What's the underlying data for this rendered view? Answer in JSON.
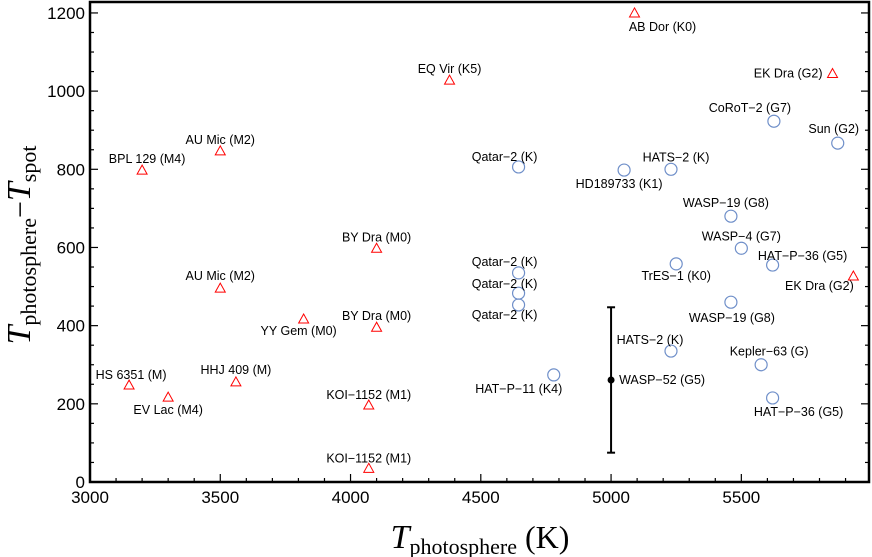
{
  "chart_data": {
    "type": "scatter",
    "xlabel": {
      "main": "T",
      "sub": "photosphere",
      "unit": " (K)"
    },
    "ylabel": {
      "main": "T",
      "sub1": "photosphere",
      "minus": "−",
      "main2": "T",
      "sub2": "spot"
    },
    "xlim": [
      3000,
      5990
    ],
    "ylim": [
      0,
      1228
    ],
    "xticks": [
      3000,
      3500,
      4000,
      4500,
      5000,
      5500
    ],
    "yticks": [
      0,
      200,
      400,
      600,
      800,
      1000,
      1200
    ],
    "grid": false,
    "colors": {
      "triangle": "#ff0000",
      "circle": "#6f8fc9",
      "errorbar": "#000000"
    },
    "series": [
      {
        "marker": "triangle",
        "points": [
          {
            "label": "AB Dor (K0)",
            "x": 5090,
            "y": 1200
          },
          {
            "label": "EK  Dra (G2)",
            "x": 5850,
            "y": 1045
          },
          {
            "label": "EQ Vir (K5)",
            "x": 4380,
            "y": 1028
          },
          {
            "label": "AU Mic (M2)",
            "x": 3500,
            "y": 847
          },
          {
            "label": "BPL 129 (M4)",
            "x": 3200,
            "y": 798
          },
          {
            "label": "BY Dra (M0)",
            "x": 4100,
            "y": 598
          },
          {
            "label": "AU Mic (M2)",
            "x": 3500,
            "y": 496
          },
          {
            "label": "YY Gem (M0)",
            "x": 3820,
            "y": 417
          },
          {
            "label": "BY Dra (M0)",
            "x": 4100,
            "y": 396
          },
          {
            "label": "HS 6351 (M)",
            "x": 3150,
            "y": 248
          },
          {
            "label": "HHJ 409 (M)",
            "x": 3560,
            "y": 256
          },
          {
            "label": "EV Lac (M4)",
            "x": 3300,
            "y": 217
          },
          {
            "label": "KOI−1152 (M1)",
            "x": 4070,
            "y": 197
          },
          {
            "label": "KOI−1152 (M1)",
            "x": 4070,
            "y": 35
          },
          {
            "label": "EK  Dra (G2)",
            "x": 5930,
            "y": 527
          }
        ]
      },
      {
        "marker": "circle",
        "points": [
          {
            "label": "CoRoT−2 (G7)",
            "x": 5625,
            "y": 923
          },
          {
            "label": "Sun (G2)",
            "x": 5870,
            "y": 867
          },
          {
            "label": "Qatar−2 (K)",
            "x": 4645,
            "y": 806
          },
          {
            "label": "HD189733 (K1)",
            "x": 5050,
            "y": 798
          },
          {
            "label": "HATS−2 (K)",
            "x": 5230,
            "y": 800
          },
          {
            "label": "WASP−19 (G8)",
            "x": 5460,
            "y": 680
          },
          {
            "label": "WASP−4 (G7)",
            "x": 5500,
            "y": 598
          },
          {
            "label": "HAT−P−36 (G5)",
            "x": 5620,
            "y": 555
          },
          {
            "label": "TrES−1 (K0)",
            "x": 5250,
            "y": 558
          },
          {
            "label": "Qatar−2 (K)",
            "x": 4645,
            "y": 535
          },
          {
            "label": "Qatar−2 (K)",
            "x": 4645,
            "y": 483
          },
          {
            "label": "Qatar−2 (K)",
            "x": 4645,
            "y": 453
          },
          {
            "label": "WASP−19 (G8)",
            "x": 5460,
            "y": 460
          },
          {
            "label": "HATS−2 (K)",
            "x": 5230,
            "y": 335
          },
          {
            "label": "Kepler−63 (G)",
            "x": 5576,
            "y": 300
          },
          {
            "label": "HAT−P−11 (K4)",
            "x": 4780,
            "y": 274
          },
          {
            "label": "HAT−P−36 (G5)",
            "x": 5620,
            "y": 215
          }
        ]
      },
      {
        "marker": "dot-errorbar",
        "points": [
          {
            "label": "WASP−52 (G5)",
            "x": 5000,
            "y": 261,
            "ymin": 75,
            "ymax": 447
          }
        ]
      }
    ]
  }
}
